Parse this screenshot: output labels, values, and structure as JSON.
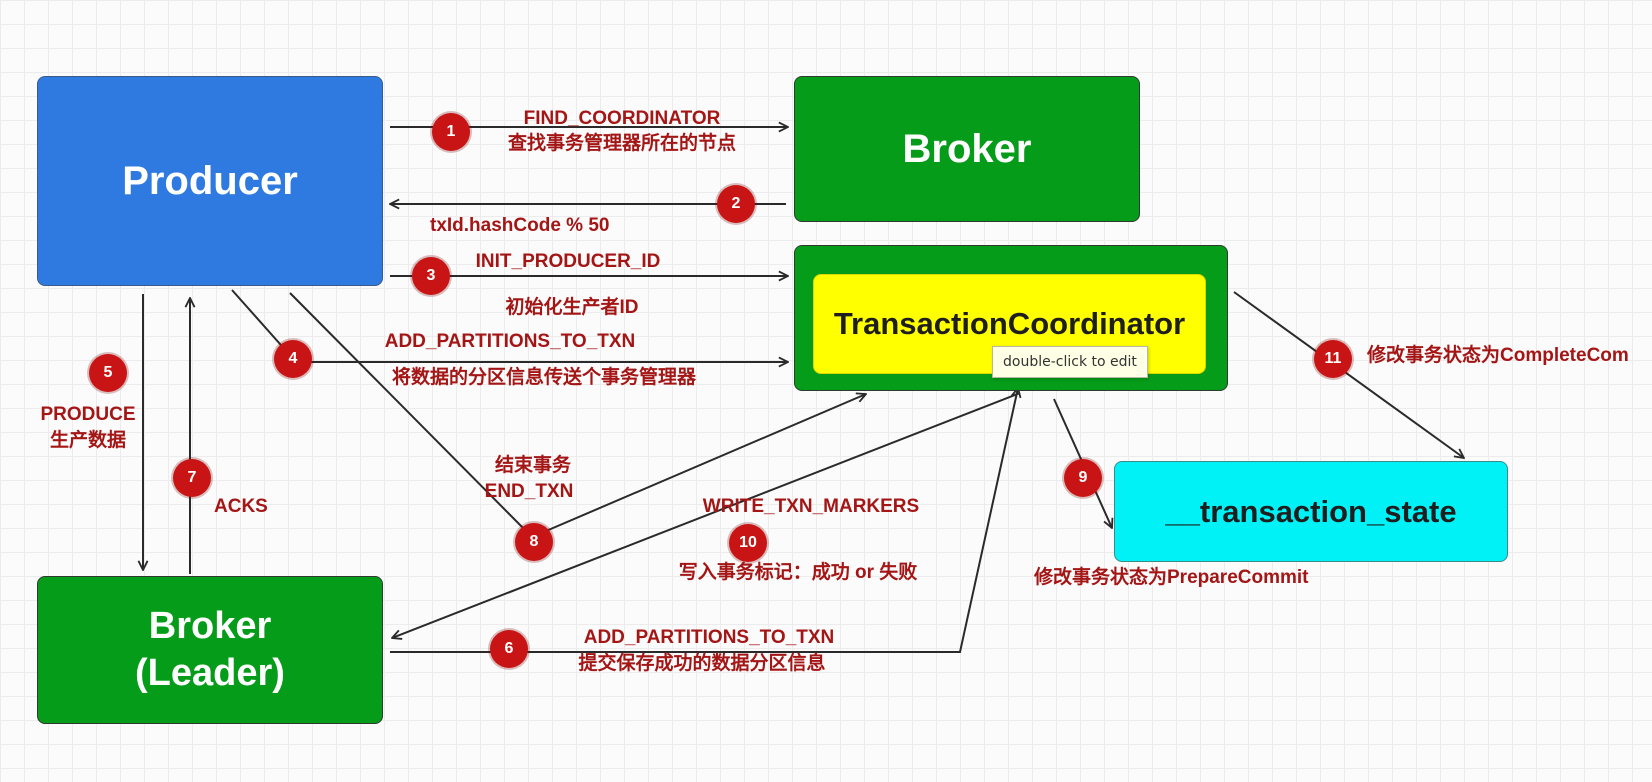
{
  "nodes": {
    "producer": "Producer",
    "broker": "Broker",
    "transaction_coordinator": "TransactionCoordinator",
    "broker_leader_line1": "Broker",
    "broker_leader_line2": "(Leader)",
    "transaction_state": "__transaction_state"
  },
  "tooltip": "double-click to edit",
  "steps": [
    {
      "n": "1",
      "label": "FIND_COORDINATOR",
      "sublabel": "查找事务管理器所在的节点"
    },
    {
      "n": "2",
      "label": "txId.hashCode % 50"
    },
    {
      "n": "3",
      "label": "INIT_PRODUCER_ID",
      "sublabel": "初始化生产者ID"
    },
    {
      "n": "4",
      "label": "ADD_PARTITIONS_TO_TXN",
      "sublabel": "将数据的分区信息传送个事务管理器"
    },
    {
      "n": "5",
      "label": "PRODUCE",
      "sublabel": "生产数据"
    },
    {
      "n": "6",
      "label": "ADD_PARTITIONS_TO_TXN",
      "sublabel": "提交保存成功的数据分区信息"
    },
    {
      "n": "7",
      "label": "ACKS"
    },
    {
      "n": "8",
      "label": "结束事务",
      "sublabel": "END_TXN"
    },
    {
      "n": "9",
      "label": "修改事务状态为PrepareCommit"
    },
    {
      "n": "10",
      "label": "WRITE_TXN_MARKERS",
      "sublabel": "写入事务标记：成功 or 失败"
    },
    {
      "n": "11",
      "label": "修改事务状态为CompleteCom"
    }
  ]
}
